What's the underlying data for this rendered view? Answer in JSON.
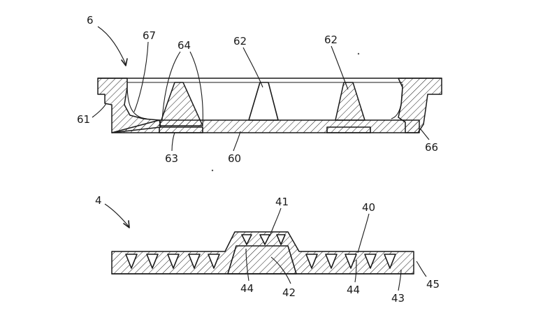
{
  "figure": {
    "upper_part": {
      "main_label": "6",
      "refs": {
        "r67": "67",
        "r64": "64",
        "r62a": "62",
        "r62b": "62",
        "r61": "61",
        "r63": "63",
        "r60": "60",
        "r66": "66"
      }
    },
    "lower_part": {
      "main_label": "4",
      "refs": {
        "r41": "41",
        "r40": "40",
        "r44a": "44",
        "r42": "42",
        "r44b": "44",
        "r43": "43",
        "r45": "45"
      }
    }
  },
  "colors": {
    "ink": "#1a1a1a",
    "background": "#ffffff"
  }
}
